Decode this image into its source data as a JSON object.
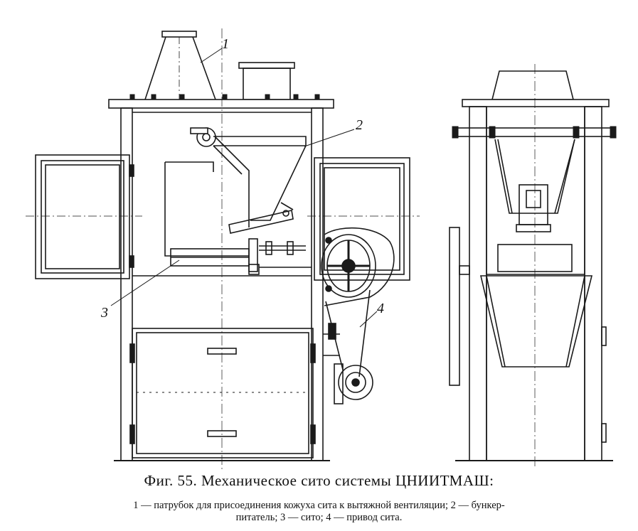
{
  "figure": {
    "callouts": [
      "1",
      "2",
      "3",
      "4"
    ]
  },
  "caption": {
    "title": "Фиг. 55. Механическое сито системы ЦНИИТМАШ:",
    "legend_line1": "1 — патрубок для присоединения кожуха сита к вытяжной вентиляции; 2 — бункер-",
    "legend_line2": "питатель; 3 — сито; 4 — привод сита."
  }
}
